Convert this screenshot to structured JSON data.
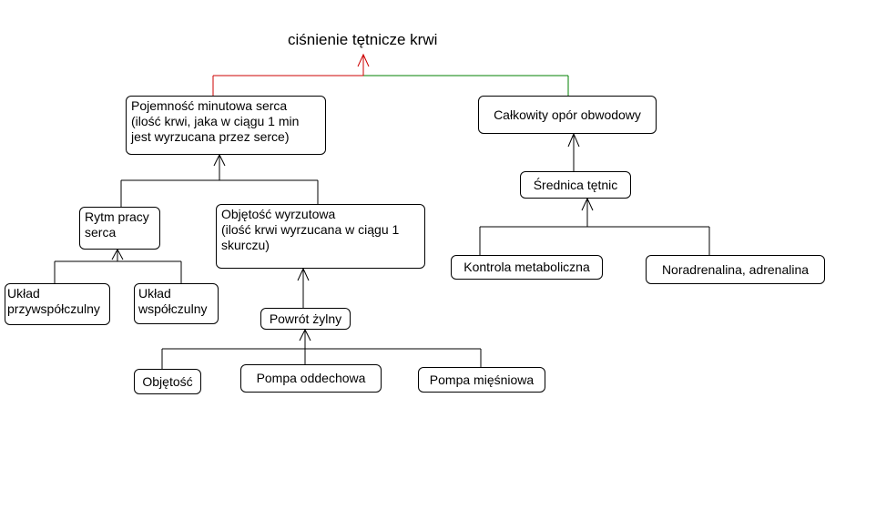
{
  "diagram": {
    "title": "ciśnienie tętnicze krwi",
    "nodes": {
      "pojemnosc": [
        "Pojemność minutowa serca",
        "(ilość krwi, jaka w ciągu 1 min",
        "jest wyrzucana przez serce)"
      ],
      "opor": [
        "Całkowity opór obwodowy"
      ],
      "srednica": [
        "Średnica tętnic"
      ],
      "rytm": [
        "Rytm pracy",
        "serca"
      ],
      "objetosc_wyrzutowa": [
        "Objętość wyrzutowa",
        "(ilość krwi wyrzucana w ciągu 1",
        "skurczu)"
      ],
      "kontrola": [
        "Kontrola metaboliczna"
      ],
      "noradrenalina": [
        "Noradrenalina, adrenalina"
      ],
      "przywspolczulny": [
        "Układ",
        "przywspółczulny"
      ],
      "wspolczulny": [
        "Układ",
        "współczulny"
      ],
      "powrot": [
        "Powrót żylny"
      ],
      "objetosc": [
        "Objętość"
      ],
      "pompa_oddechowa": [
        "Pompa oddechowa"
      ],
      "pompa_miesniowa": [
        "Pompa mięśniowa"
      ]
    },
    "colors": {
      "line": "#000000",
      "left_branch": "#cc0000",
      "right_branch": "#008000",
      "arrow_top": "#cc0000"
    }
  }
}
